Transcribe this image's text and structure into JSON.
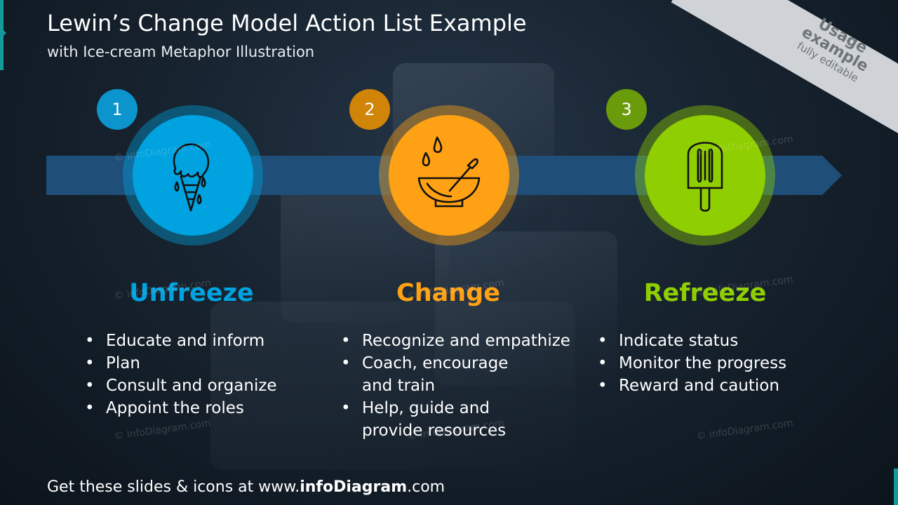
{
  "header": {
    "title": "Lewin’s Change Model Action List Example",
    "subtitle": "with Ice-cream Metaphor Illustration"
  },
  "ribbon": {
    "line1": "Usage",
    "line2": "example",
    "line3": "fully editable"
  },
  "steps": [
    {
      "number": "1",
      "title": "Unfreeze",
      "icon": "melting-ice-cream-cone-icon",
      "color": "#00a2e0",
      "badge_color": "#0c94cc",
      "bullets": [
        "Educate and inform",
        "Plan",
        "Consult and organize",
        "Appoint the roles"
      ]
    },
    {
      "number": "2",
      "title": "Change",
      "icon": "mixing-bowl-icon",
      "color": "#ffa114",
      "badge_color": "#d08408",
      "bullets": [
        "Recognize and empathize",
        "Coach, encourage and train",
        "Help, guide and provide resources"
      ]
    },
    {
      "number": "3",
      "title": "Refreeze",
      "icon": "popsicle-icon",
      "color": "#8fce00",
      "badge_color": "#6a9b0a",
      "bullets": [
        "Indicate status",
        "Monitor the progress",
        "Reward and caution"
      ]
    }
  ],
  "watermark": "© infoDiagram.com",
  "footer": {
    "prefix": "Get these slides & icons at www.",
    "brand": "infoDiagram",
    "suffix": ".com"
  },
  "colors": {
    "arrow": "#1f4e79",
    "accent": "#159a9c"
  }
}
